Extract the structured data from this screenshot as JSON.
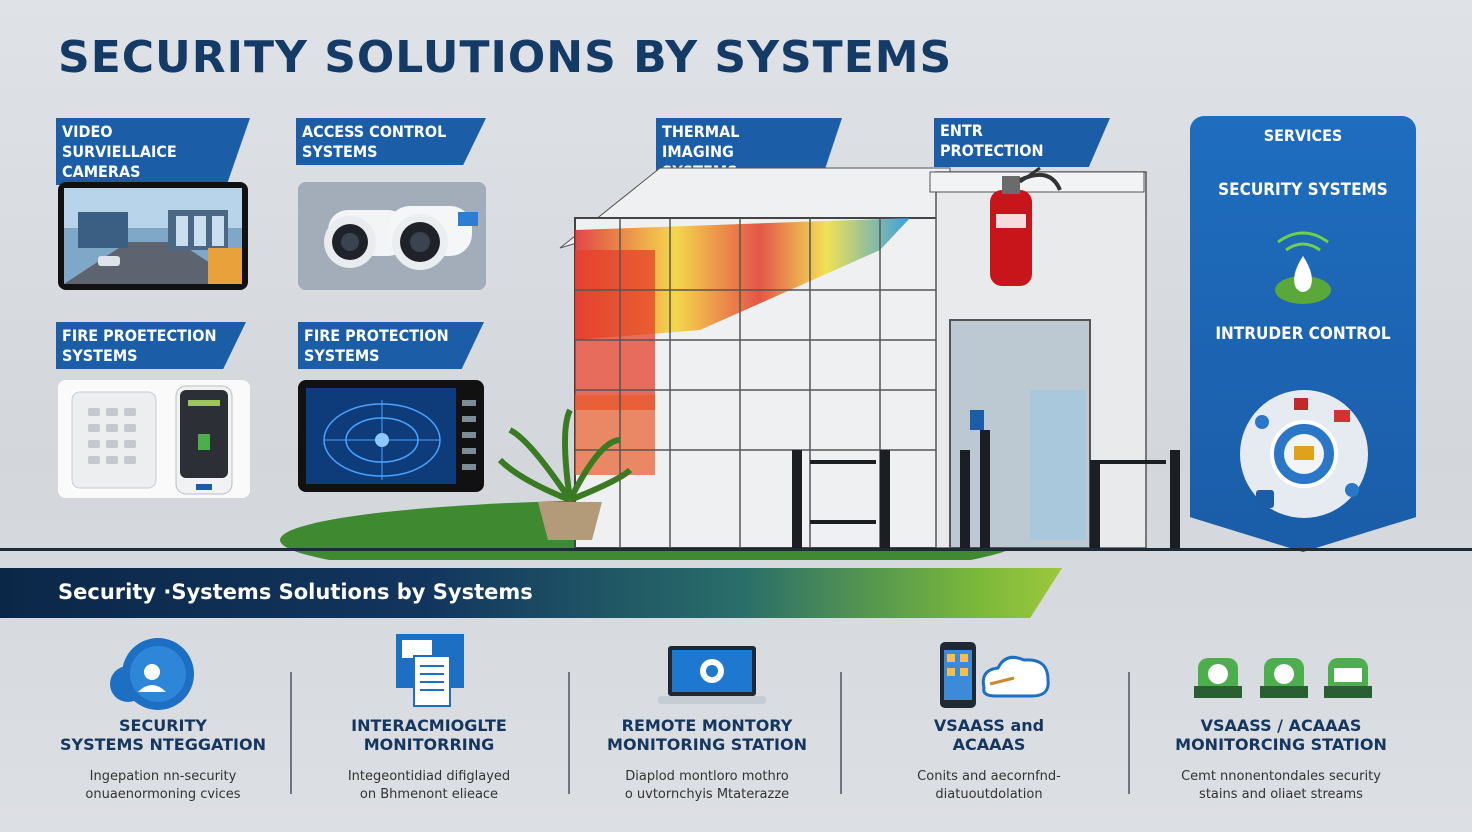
{
  "title": "SECURITY SOLUTIONS BY SYSTEMS",
  "categories": {
    "video": "VIDEO SURVIELLAICE\nCAMERAS",
    "access": "ACCESS CONTROL\nSYSTEMS",
    "fire1": "FIRE PROETECTION\nSYSTEMS",
    "fire2": "FIRE PROTECTION\nSYSTEMS",
    "thermal": "THERMAL IMAGING\nSYSTEMS",
    "entry": "ENTR PROTECTION"
  },
  "panel": {
    "services": "SERVICES",
    "security_systems": "SECURITY SYSTEMS",
    "intruder": "INTRUDER CONTROL"
  },
  "banner": "Security ·Systems Solutions by Systems",
  "features": [
    {
      "title": "SECURITY\nSYSTEMS NTEGGATION",
      "desc": "Ingepation nn-security\nonuaenormoning cvices"
    },
    {
      "title": "INTERACMIOGLTE\nMONITORRING",
      "desc": "Integeontidiad difiglayed\non Bhmenont elieace"
    },
    {
      "title": "REMOTE MONTORY\nMONITORING STATION",
      "desc": "Diaplod montloro mothro\no uvtornchyis Mtaterazze"
    },
    {
      "title": "VSAASS and\nACAAAS",
      "desc": "Conits and aecornfnd-\ndiatuoutdolation"
    },
    {
      "title": "VSAASS / ACAAAS\nMONITORCING STATION",
      "desc": "Cemt nnonentondales security\nstains and oliaet streams"
    }
  ],
  "colors": {
    "title": "#143a66",
    "tag": "#1c5da7",
    "panel": "#1f6dbf",
    "banner_start": "#0b2748",
    "banner_end": "#9cc83c",
    "lawn": "#3f8a30",
    "fire_red": "#c8141b"
  },
  "icons": {
    "feature_1": "cloud-user-icon",
    "feature_2": "monitor-document-icon",
    "feature_3": "laptop-shield-icon",
    "feature_4": "phone-cloud-icon",
    "feature_5": "camera-badges-icon"
  }
}
